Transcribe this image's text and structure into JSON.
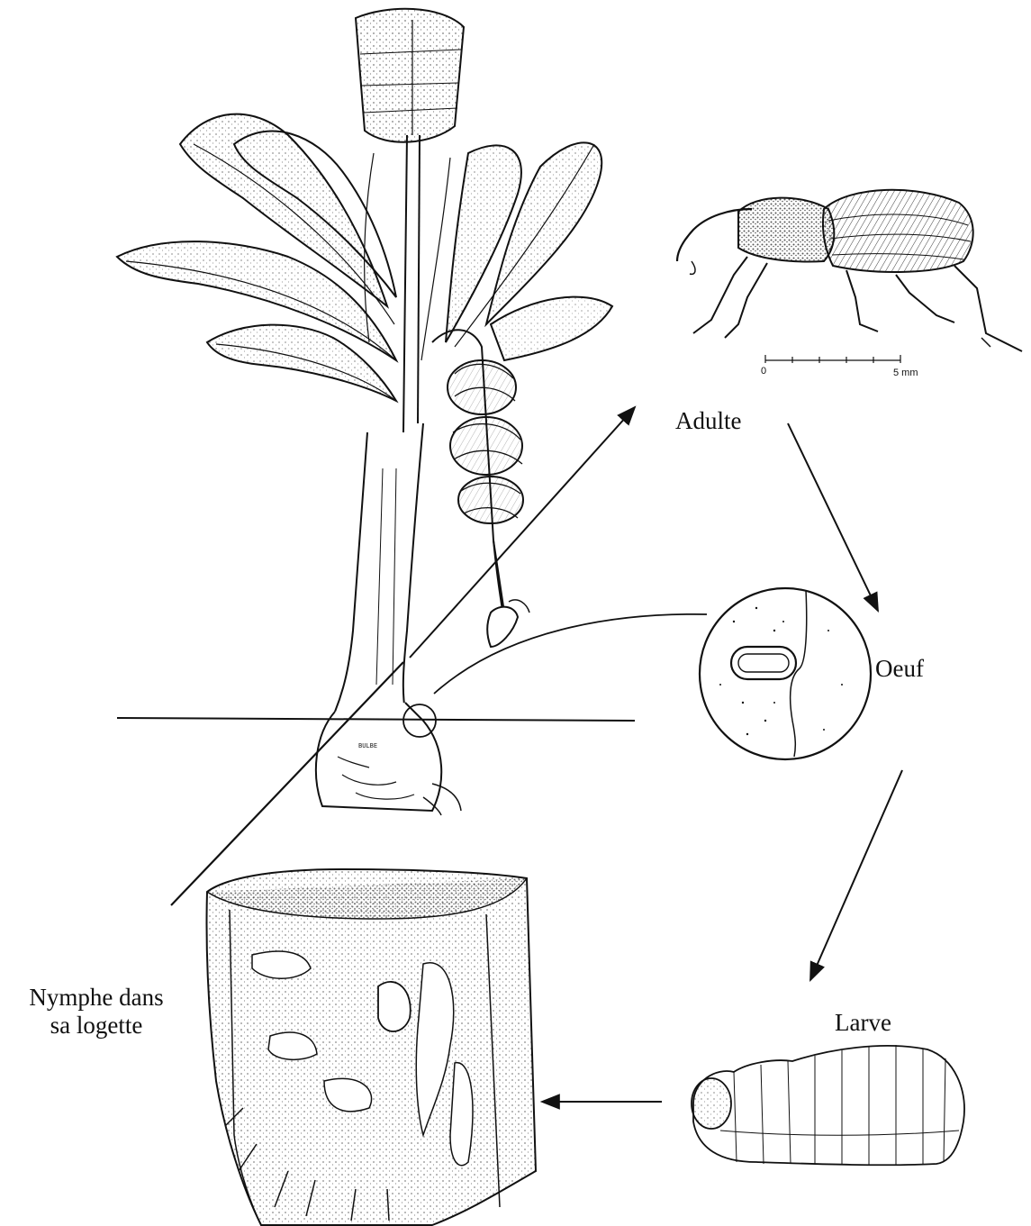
{
  "diagram": {
    "stages": {
      "adult": "Adulte",
      "egg": "Oeuf",
      "larva": "Larve",
      "pupa_line1": "Nymphe dans",
      "pupa_line2": "sa logette"
    },
    "scale_bar": {
      "start": "0",
      "end": "5 mm"
    },
    "bulb_label": "BULBE"
  }
}
